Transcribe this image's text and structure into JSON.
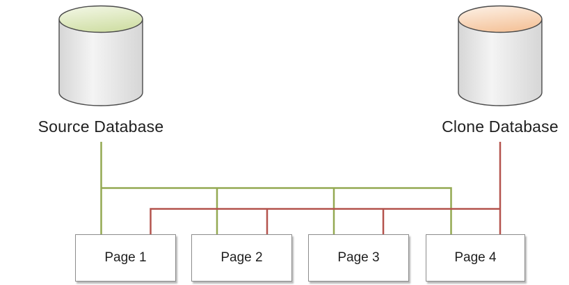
{
  "nodes": {
    "source": {
      "label": "Source Database"
    },
    "clone": {
      "label": "Clone Database"
    }
  },
  "pages": [
    {
      "label": "Page 1"
    },
    {
      "label": "Page 2"
    },
    {
      "label": "Page 3"
    },
    {
      "label": "Page 4"
    }
  ],
  "colors": {
    "background": "#ffffff",
    "text": "#1f1f1f",
    "source_line": "#94a952",
    "clone_line": "#b4534d",
    "source_top_start": "#f4f8e8",
    "source_top_end": "#d2e0a9",
    "clone_top_start": "#fdf2e8",
    "clone_top_end": "#f5c69f",
    "cylinder_body_edge": "#d6d6d6",
    "cylinder_body_mid": "#f4f4f4",
    "cylinder_stroke": "#4a4a4a",
    "box_border": "#8c8c8c"
  }
}
